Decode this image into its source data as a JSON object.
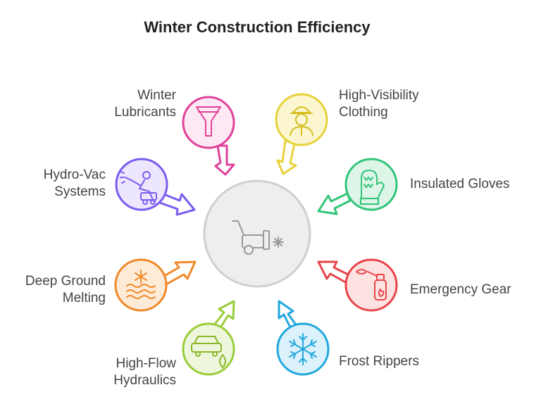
{
  "title": "Winter Construction Efficiency",
  "center": {
    "icon": "snow-blower-icon",
    "color": "#d0d0d0"
  },
  "items": [
    {
      "id": "winter-lubricants",
      "lines": [
        "Winter",
        "Lubricants"
      ],
      "icon": "funnel-icon",
      "color": "#e0419a"
    },
    {
      "id": "high-visibility-clothing",
      "lines": [
        "High-Visibility",
        "Clothing"
      ],
      "icon": "worker-hardhat-icon",
      "color": "#e6d23a"
    },
    {
      "id": "hydro-vac-systems",
      "lines": [
        "Hydro-Vac",
        "Systems"
      ],
      "icon": "pressure-washer-icon",
      "color": "#7b5cf0"
    },
    {
      "id": "insulated-gloves",
      "lines": [
        "Insulated Gloves"
      ],
      "icon": "mitten-icon",
      "color": "#33c47a"
    },
    {
      "id": "deep-ground-melting",
      "lines": [
        "Deep Ground",
        "Melting"
      ],
      "icon": "heat-snowflake-icon",
      "color": "#f08a2a"
    },
    {
      "id": "emergency-gear",
      "lines": [
        "Emergency Gear"
      ],
      "icon": "fire-extinguisher-icon",
      "color": "#e8444a"
    },
    {
      "id": "high-flow-hydraulics",
      "lines": [
        "High-Flow",
        "Hydraulics"
      ],
      "icon": "vehicle-drop-icon",
      "color": "#9acd3a"
    },
    {
      "id": "frost-rippers",
      "lines": [
        "Frost Rippers"
      ],
      "icon": "snowflake-icon",
      "color": "#22a8dd"
    }
  ]
}
